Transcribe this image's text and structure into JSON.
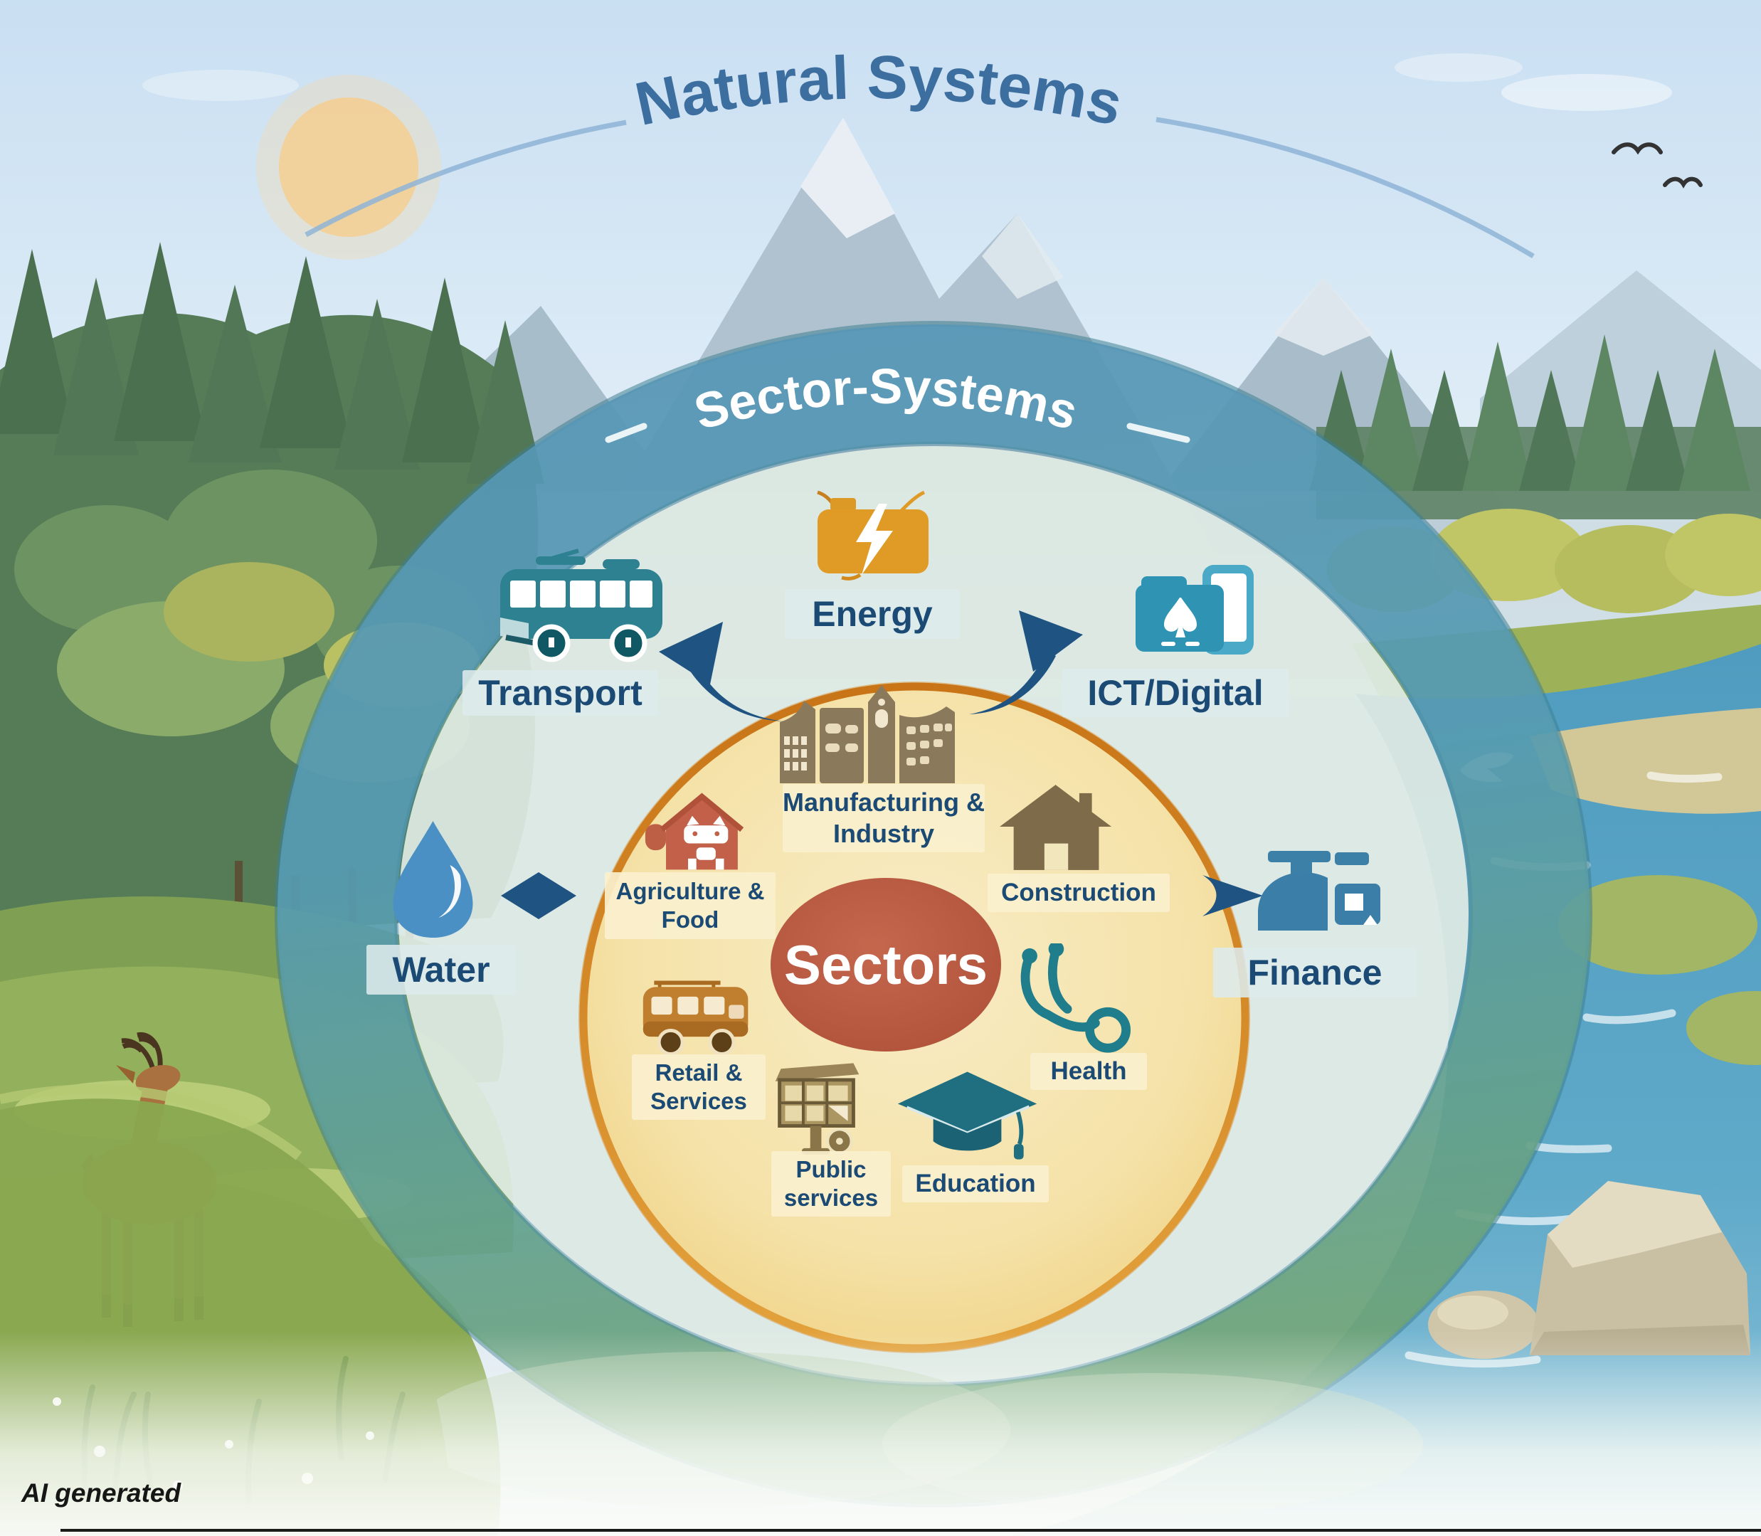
{
  "title": "Natural Systems",
  "ring_label": "Sector-Systems",
  "center_label": "Sectors",
  "footnote": "AI generated",
  "sector_systems": [
    {
      "label": "Energy",
      "icon": "battery-lightning-icon"
    },
    {
      "label": "Transport",
      "icon": "bus-icon"
    },
    {
      "label": "ICT/Digital",
      "icon": "folder-files-icon"
    },
    {
      "label": "Water",
      "icon": "water-drop-icon"
    },
    {
      "label": "Finance",
      "icon": "faucet-icon"
    }
  ],
  "sectors": [
    {
      "label": "Manufacturing & Industry",
      "icon": "factory-skyline-icon"
    },
    {
      "label": "Construction",
      "icon": "house-icon"
    },
    {
      "label": "Agriculture & Food",
      "icon": "barn-pig-icon"
    },
    {
      "label": "Health",
      "icon": "stethoscope-icon"
    },
    {
      "label": "Retail & Services",
      "icon": "van-icon"
    },
    {
      "label": "Public services",
      "icon": "market-cart-icon"
    },
    {
      "label": "Education",
      "icon": "graduation-cap-icon"
    }
  ],
  "colors": {
    "label_text": "#1b4a75",
    "title_blue": "#3c6e9f",
    "ring_blue": "#5796b6",
    "ring_green": "#6da378",
    "inner_wash": "#dde9e2",
    "sectors_circle_fill": "#f2d896",
    "sectors_circle_border": "#cf7d22",
    "center_ellipse": "#bc5a41",
    "chip_cream": "#faf0cd",
    "chip_blue": "#dceaec",
    "arrow_blue": "#1e5382"
  }
}
